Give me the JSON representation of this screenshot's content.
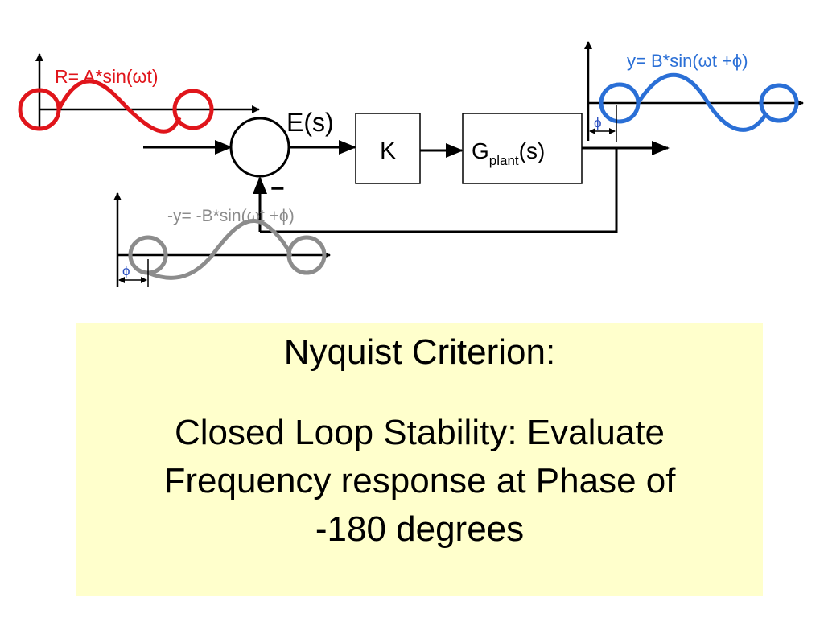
{
  "diagram": {
    "reference_label": "R= A*sin(ωt)",
    "error_label": "E(s)",
    "minus_sign": "−",
    "controller_label": "K",
    "plant_label_main": "G",
    "plant_label_sub": "plant",
    "plant_label_arg": "(s)",
    "output_label": "y= B*sin(ωt +ϕ)",
    "feedback_label": "-y= -B*sin(ωt +ϕ)",
    "phase_symbol": "ϕ",
    "colors": {
      "reference": "#e0151b",
      "output": "#2a6fd6",
      "feedback": "#8c8c8c",
      "phase": "#2a4fc0",
      "line": "#000000"
    }
  },
  "caption": {
    "title": "Nyquist Criterion:",
    "lines": [
      "Closed Loop Stability: Evaluate",
      "Frequency response at Phase of",
      "-180 degrees"
    ],
    "background": "#ffffcc"
  }
}
